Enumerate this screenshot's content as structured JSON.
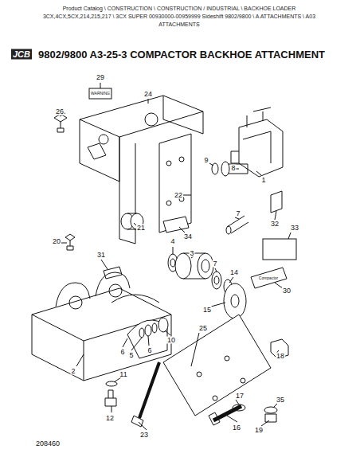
{
  "diagram": {
    "title": "9802/9800 A3-25-3 COMPACTOR BACKHOE ATTACHMENT",
    "labels": [
      "Product Catalog \\ CONSTRUCTION \\ CONSTRUCTION / INDUSTRIAL \\ BACKHOE LOADER",
      "3CX,4CX,5CX,214,215,217 \\ 3CX SUPER 00930000-00959999 Sideshift 9802/9800 \\ A ATTACHMENTS \\ A03",
      "ATTACHMENTS",
      "JCB",
      "29",
      "WARNING",
      "24",
      "26",
      "9",
      "8",
      "1",
      "22",
      "32",
      "33",
      "7",
      "34",
      "21",
      "20",
      "4",
      "3",
      "31",
      "7",
      "14",
      "Compactor",
      "30",
      "15",
      "2",
      "6",
      "5",
      "6",
      "10",
      "25",
      "18",
      "11",
      "12",
      "23",
      "17",
      "16",
      "35",
      "19",
      "208460"
    ]
  }
}
